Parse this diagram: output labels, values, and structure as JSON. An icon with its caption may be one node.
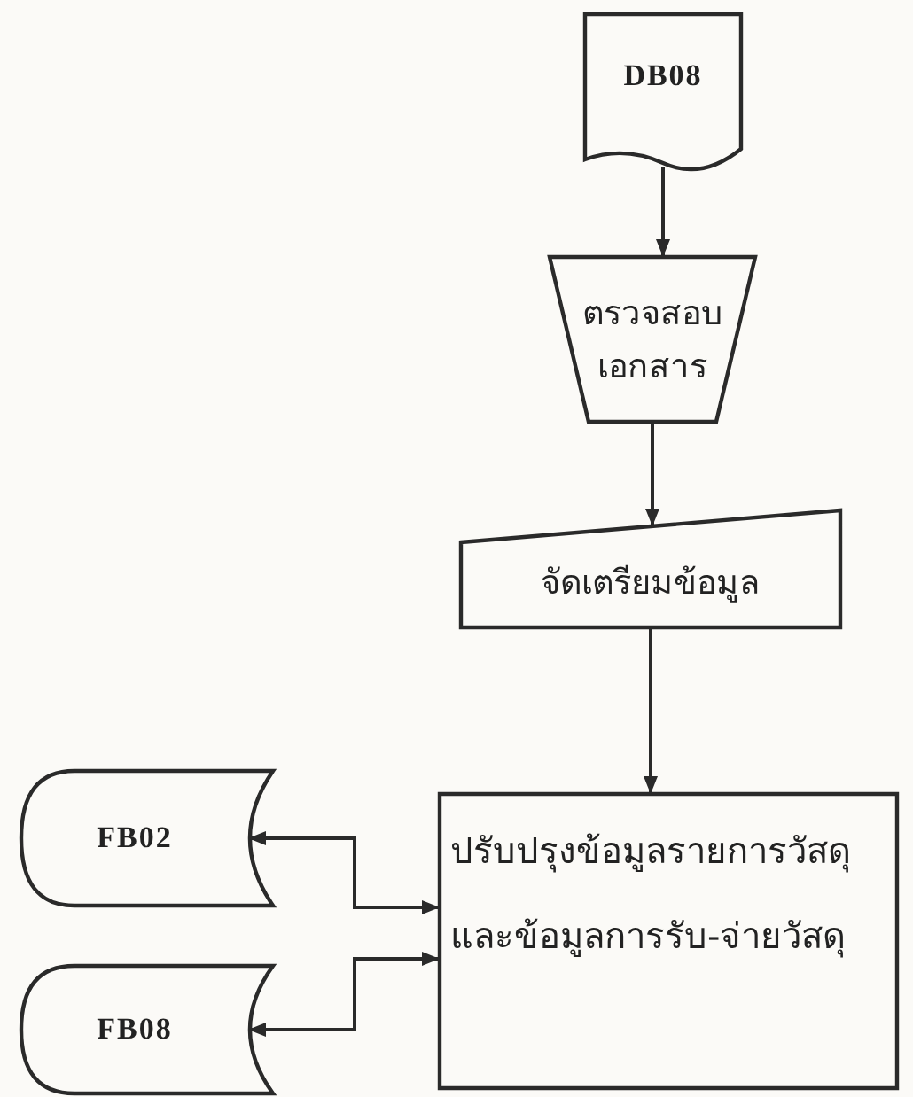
{
  "diagram": {
    "nodes": [
      {
        "text": [
          "DB08"
        ]
      },
      {
        "text": [
          "ตรวจสอบเอกสาร"
        ]
      },
      {
        "text": [
          "จัดเตรียมข้อมูล"
        ]
      },
      {
        "text": [
          "ปรับปรุงข้อมูลรายการวัสดุและข้อมูลการรับ-จ่ายวัสดุ"
        ]
      },
      {
        "text": [
          "FB02"
        ]
      },
      {
        "text": [
          "FB08"
        ]
      }
    ],
    "edges": [
      {
        "from": 0,
        "to": 1,
        "arrow": "to"
      },
      {
        "from": 1,
        "to": 2,
        "arrow": "to"
      },
      {
        "from": 2,
        "to": 3,
        "arrow": "to"
      },
      {
        "from": 4,
        "to": 3,
        "arrow": "both"
      },
      {
        "from": 3,
        "to": 5,
        "arrow": "both"
      }
    ]
  }
}
